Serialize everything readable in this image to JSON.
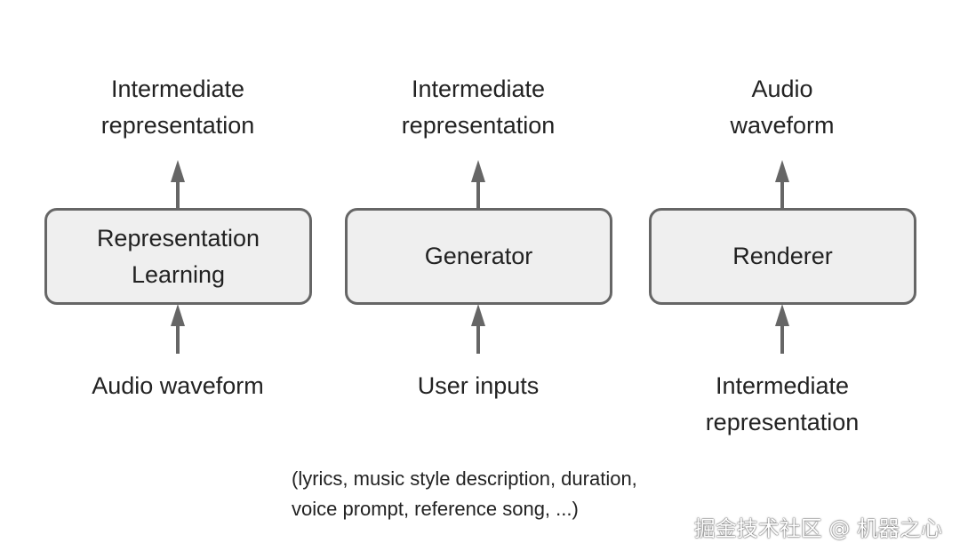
{
  "columns": [
    {
      "output_lines": [
        "Intermediate",
        "representation"
      ],
      "box_lines": [
        "Representation",
        "Learning"
      ],
      "input_lines": [
        "Audio waveform"
      ]
    },
    {
      "output_lines": [
        "Intermediate",
        "representation"
      ],
      "box_lines": [
        "Generator"
      ],
      "input_lines": [
        "User inputs"
      ]
    },
    {
      "output_lines": [
        "Audio",
        "waveform"
      ],
      "box_lines": [
        "Renderer"
      ],
      "input_lines": [
        "Intermediate",
        "representation"
      ]
    }
  ],
  "note_lines": [
    "(lyrics, music style description, duration,",
    "voice prompt, reference song, ...)"
  ],
  "watermark": "掘金技术社区 @ 机器之心",
  "colors": {
    "box_fill": "#efefef",
    "box_border": "#666666",
    "arrow": "#666666",
    "text": "#222222"
  }
}
